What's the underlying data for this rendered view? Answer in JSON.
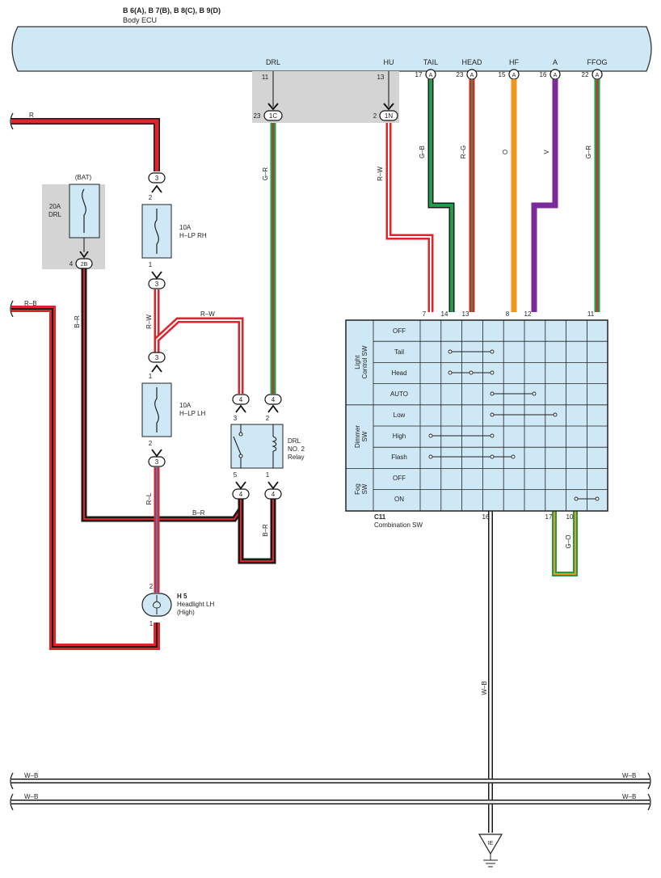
{
  "header": {
    "connectors": "B 6(A), B 7(B), B 8(C), B 9(D)",
    "component": "Body ECU"
  },
  "ecu_terminals": {
    "drl": "DRL",
    "hu": "HU",
    "tail": "TAIL",
    "head": "HEAD",
    "hf": "HF",
    "a": "A",
    "ffog": "FFOG"
  },
  "ecu_pins": {
    "drl": "11",
    "hu": "13",
    "tail": "17",
    "head": "23",
    "hf": "15",
    "a": "16",
    "ffog": "22"
  },
  "junction": {
    "drl_pin": "23",
    "drl_conn": "1C",
    "hu_pin": "2",
    "hu_conn": "1N"
  },
  "wires": {
    "r": "R",
    "r_b": "R–B",
    "b_r": "B–R",
    "b_r2": "B–R",
    "b_r3": "B–R",
    "r_w": "R–W",
    "r_w2": "R–W",
    "r_w3": "R–W",
    "g_r": "G–R",
    "g_r2": "G–R",
    "g_b": "G–B",
    "r_g": "R–G",
    "o": "O",
    "v": "V",
    "r_l": "R–L",
    "g_o": "G–O",
    "w_b": "W–B",
    "w_b_l1": "W–B",
    "w_b_r1": "W–B",
    "w_b_l2": "W–B",
    "w_b_r2": "W–B"
  },
  "fuse_drl": {
    "source": "(BAT)",
    "rating": "20A",
    "name": "DRL",
    "pin": "4",
    "conn": "2B"
  },
  "fuse_rh": {
    "rating": "10A",
    "name": "H–LP RH",
    "pin_top": "2",
    "pin_bottom": "1",
    "conn_top": "3",
    "conn_bottom": "3"
  },
  "junction_mid": {
    "conn": "3"
  },
  "fuse_lh": {
    "rating": "10A",
    "name": "H–LP LH",
    "pin_top": "1",
    "pin_bottom": "2",
    "conn_top": "3",
    "conn_bottom": "3"
  },
  "relay": {
    "name_1": "DRL",
    "name_2": "NO. 2",
    "name_3": "Relay",
    "conn_tl": "4",
    "conn_tr": "4",
    "conn_bl": "4",
    "conn_br": "4",
    "pin_3": "3",
    "pin_2": "2",
    "pin_5": "5",
    "pin_1": "1"
  },
  "headlight": {
    "id": "H 5",
    "name": "Headlight LH",
    "sub": "(High)",
    "pin_top": "2",
    "pin_bottom": "1"
  },
  "combination_sw": {
    "id": "C11",
    "name": "Combination SW",
    "top_pins": [
      "7",
      "14",
      "13",
      "8",
      "12",
      "11"
    ],
    "bottom_pins": [
      "16",
      "17",
      "10"
    ],
    "group_light": [
      "Light",
      "Control SW"
    ],
    "group_dimmer": [
      "Dimmer",
      "SW"
    ],
    "group_fog": [
      "Fog",
      "SW"
    ],
    "rows": [
      "OFF",
      "Tail",
      "Head",
      "AUTO",
      "Low",
      "High",
      "Flash",
      "OFF",
      "ON"
    ]
  },
  "ground": {
    "label": "IE"
  },
  "colors": {
    "panel": "#cfe8f5",
    "red": "#e0242b",
    "green": "#1e9e48",
    "orange": "#f0961c",
    "violet": "#7a2a9a",
    "blue": "#3f7fc4",
    "black": "#1a1a1a",
    "gray": "#d4d4d4"
  }
}
